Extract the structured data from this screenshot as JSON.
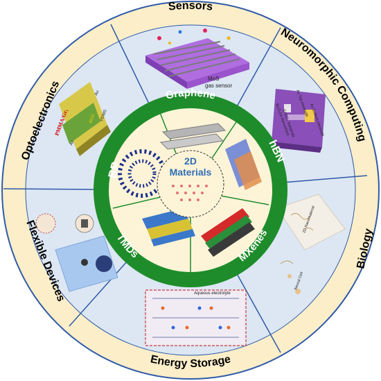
{
  "center": {
    "line1": "2D",
    "line2": "Materials"
  },
  "outer_ring": {
    "sensors": "Sensors",
    "neuromorphic": "Neuromorphic Computing",
    "biology": "Biology",
    "energy_storage": "Energy Storage",
    "flexible_devices": "Flexible Devices",
    "optoelectronics": "Optoelectronics"
  },
  "inner_ring": {
    "graphene": "Graphene",
    "hbn": "hBN",
    "mxenes": "MXenes",
    "tmds": "TMDs",
    "bp": "BP"
  },
  "figure_text": {
    "mos2_sensor_1": "MoS",
    "mos2_sensor_2": "gas sensor",
    "neuro_top": "Au Top electrode",
    "neuro_bottom": "Au Bottom electrode",
    "neuro_nanosheet": "Bi₂O₂Se Nanosheet",
    "neuro_substrate": "Si/SiO₂ Substrate",
    "bio_material": "2D Nanomaterial",
    "bio_cell": "Neural Cell",
    "energy_electrolyte": "Aqueous electrolyte",
    "opto_pmma": "PMMA/Grᵧ",
    "opto_pdms": "PDMS",
    "opto_mos": "MOS",
    "opto_au1": "Au",
    "opto_au2": "Au"
  },
  "colors": {
    "outer_fill": "#fbeec9",
    "outer_stroke": "#2f5aa8",
    "panel_fill": "#dce7f3",
    "green_ring": "#1e8c2a",
    "inner_fill": "#fdf4d8",
    "center_title": "#2f6db4"
  }
}
